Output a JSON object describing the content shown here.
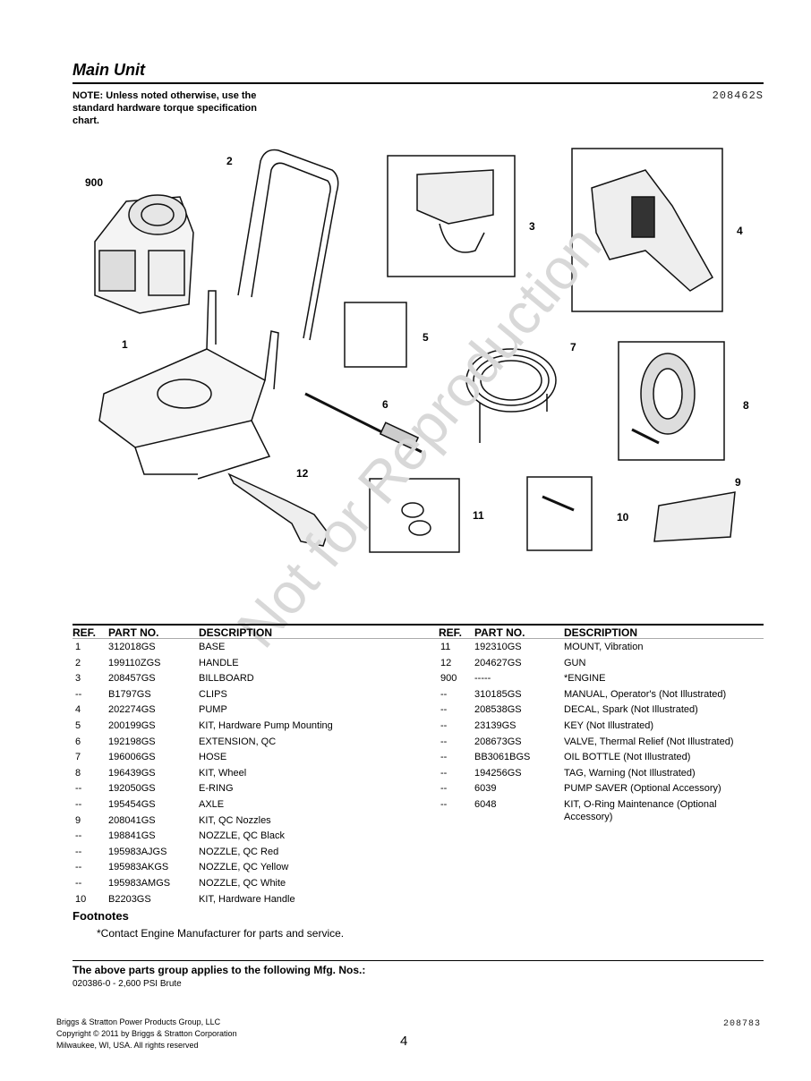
{
  "header": {
    "title": "Main Unit",
    "note": "NOTE: Unless noted otherwise, use the standard hardware torque specification chart.",
    "doc_code": "208462S"
  },
  "diagram": {
    "callouts": [
      "900",
      "2",
      "3",
      "4",
      "1",
      "5",
      "6",
      "7",
      "8",
      "12",
      "11",
      "10",
      "9"
    ]
  },
  "watermark": "Not for Reproduction",
  "table": {
    "headers": {
      "ref": "REF.",
      "part": "PART NO.",
      "desc": "DESCRIPTION"
    },
    "left": [
      {
        "ref": "1",
        "part": "312018GS",
        "desc": "BASE"
      },
      {
        "ref": "2",
        "part": "199110ZGS",
        "desc": "HANDLE"
      },
      {
        "ref": "3",
        "part": "208457GS",
        "desc": "BILLBOARD"
      },
      {
        "ref": "--",
        "part": "B1797GS",
        "desc": "CLIPS"
      },
      {
        "ref": "4",
        "part": "202274GS",
        "desc": "PUMP"
      },
      {
        "ref": "5",
        "part": "200199GS",
        "desc": "KIT, Hardware Pump Mounting"
      },
      {
        "ref": "6",
        "part": "192198GS",
        "desc": "EXTENSION, QC"
      },
      {
        "ref": "7",
        "part": "196006GS",
        "desc": "HOSE"
      },
      {
        "ref": "8",
        "part": "196439GS",
        "desc": "KIT, Wheel"
      },
      {
        "ref": "--",
        "part": "192050GS",
        "desc": "E-RING"
      },
      {
        "ref": "--",
        "part": "195454GS",
        "desc": "AXLE"
      },
      {
        "ref": "9",
        "part": "208041GS",
        "desc": "KIT, QC Nozzles"
      },
      {
        "ref": "--",
        "part": "198841GS",
        "desc": "NOZZLE, QC Black"
      },
      {
        "ref": "--",
        "part": "195983AJGS",
        "desc": "NOZZLE, QC Red"
      },
      {
        "ref": "--",
        "part": "195983AKGS",
        "desc": "NOZZLE, QC Yellow"
      },
      {
        "ref": "--",
        "part": "195983AMGS",
        "desc": "NOZZLE, QC White"
      },
      {
        "ref": "10",
        "part": "B2203GS",
        "desc": "KIT, Hardware Handle"
      }
    ],
    "right": [
      {
        "ref": "11",
        "part": "192310GS",
        "desc": "MOUNT, Vibration"
      },
      {
        "ref": "12",
        "part": "204627GS",
        "desc": "GUN"
      },
      {
        "ref": "900",
        "part": "-----",
        "desc": "*ENGINE"
      },
      {
        "ref": "--",
        "part": "310185GS",
        "desc": "MANUAL, Operator's (Not Illustrated)"
      },
      {
        "ref": "--",
        "part": "208538GS",
        "desc": "DECAL, Spark (Not Illustrated)"
      },
      {
        "ref": "--",
        "part": "23139GS",
        "desc": "KEY (Not Illustrated)"
      },
      {
        "ref": "--",
        "part": "208673GS",
        "desc": "VALVE, Thermal Relief (Not Illustrated)"
      },
      {
        "ref": "--",
        "part": "BB3061BGS",
        "desc": "OIL BOTTLE (Not Illustrated)"
      },
      {
        "ref": "--",
        "part": "194256GS",
        "desc": "TAG, Warning (Not Illustrated)"
      },
      {
        "ref": "--",
        "part": "6039",
        "desc": "PUMP SAVER (Optional Accessory)"
      },
      {
        "ref": "--",
        "part": "6048",
        "desc": "KIT, O-Ring Maintenance (Optional\nAccessory)"
      }
    ]
  },
  "footnotes": {
    "heading": "Footnotes",
    "text": "*Contact Engine Manufacturer for parts and service."
  },
  "mfg": {
    "heading": "The above parts group applies to the following Mfg. Nos.:",
    "text": "020386-0 - 2,600 PSI Brute"
  },
  "footer": {
    "copyright_lines": [
      "Briggs & Stratton Power Products Group, LLC",
      "Copyright © 2011 by Briggs & Stratton Corporation",
      "Milwaukee, WI, USA. All rights reserved"
    ],
    "page_number": "4",
    "doc_code": "208783"
  }
}
